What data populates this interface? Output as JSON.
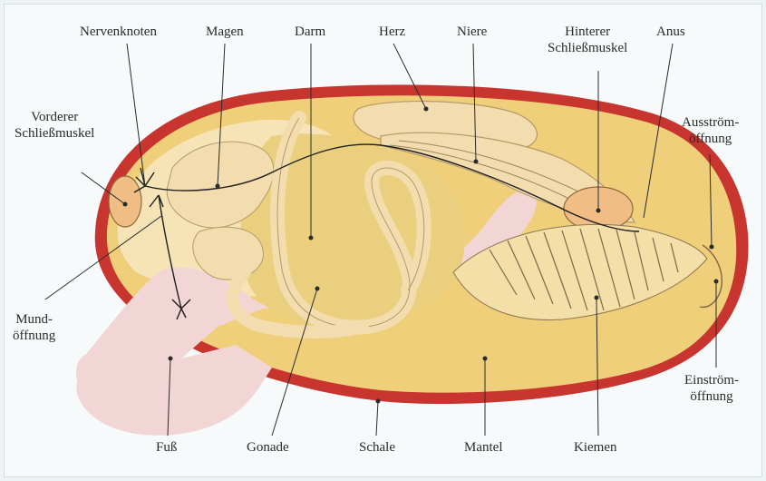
{
  "diagram": {
    "labels": {
      "nervenknoten": "Nervenknoten",
      "magen": "Magen",
      "darm": "Darm",
      "herz": "Herz",
      "niere": "Niere",
      "hinterer_1": "Hinterer",
      "hinterer_2": "Schließmuskel",
      "anus": "Anus",
      "ausstroem_1": "Ausström-",
      "ausstroem_2": "öffnung",
      "vorderer_1": "Vorderer",
      "vorderer_2": "Schließmuskel",
      "mund_1": "Mund-",
      "mund_2": "öffnung",
      "einstroem_1": "Einström-",
      "einstroem_2": "öffnung",
      "fuss": "Fuß",
      "gonade": "Gonade",
      "schale": "Schale",
      "mantel": "Mantel",
      "kiemen": "Kiemen"
    },
    "colors": {
      "shell": "#c8352f",
      "mantle": "#f0cf7a",
      "foot": "#f2d6d6",
      "gonad": "#ead07e",
      "organ": "#f3dcae",
      "muscle": "#f0bd84",
      "line": "#1e1e1e"
    }
  }
}
